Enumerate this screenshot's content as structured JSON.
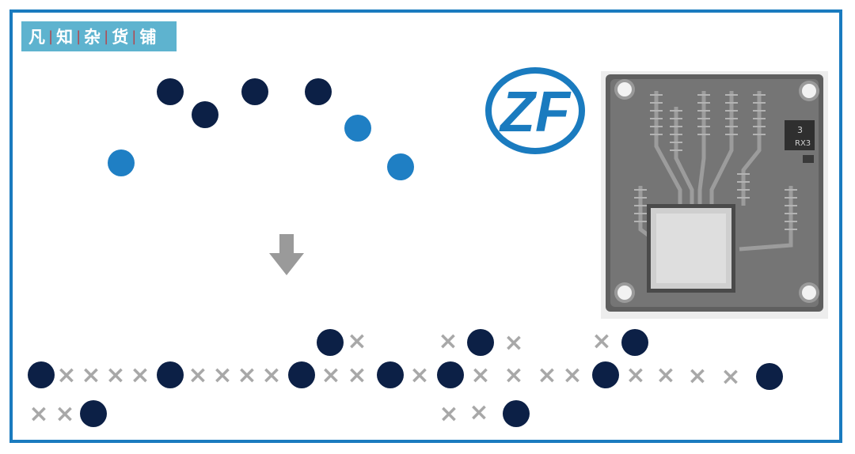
{
  "badge": {
    "chars": [
      "凡",
      "知",
      "杂",
      "货",
      "铺"
    ]
  },
  "logo": {
    "text": "ZF",
    "color": "#1a7bbf"
  },
  "photo": {
    "label_line1": "3",
    "label_line2": "RX3"
  },
  "top_scatter": [
    {
      "cls": "dark"
    },
    {
      "cls": "dark"
    },
    {
      "cls": "dark"
    },
    {
      "cls": "dark"
    },
    {
      "cls": "light"
    },
    {
      "cls": "light"
    },
    {
      "cls": "light"
    }
  ],
  "arrow_icon": "down-arrow-icon",
  "colors": {
    "frame": "#1a7bbf",
    "badge_bg": "#5eb3cf",
    "dot_dark": "#0c2046",
    "dot_light": "#1f7fc4",
    "cross": "#a8a8a8"
  }
}
